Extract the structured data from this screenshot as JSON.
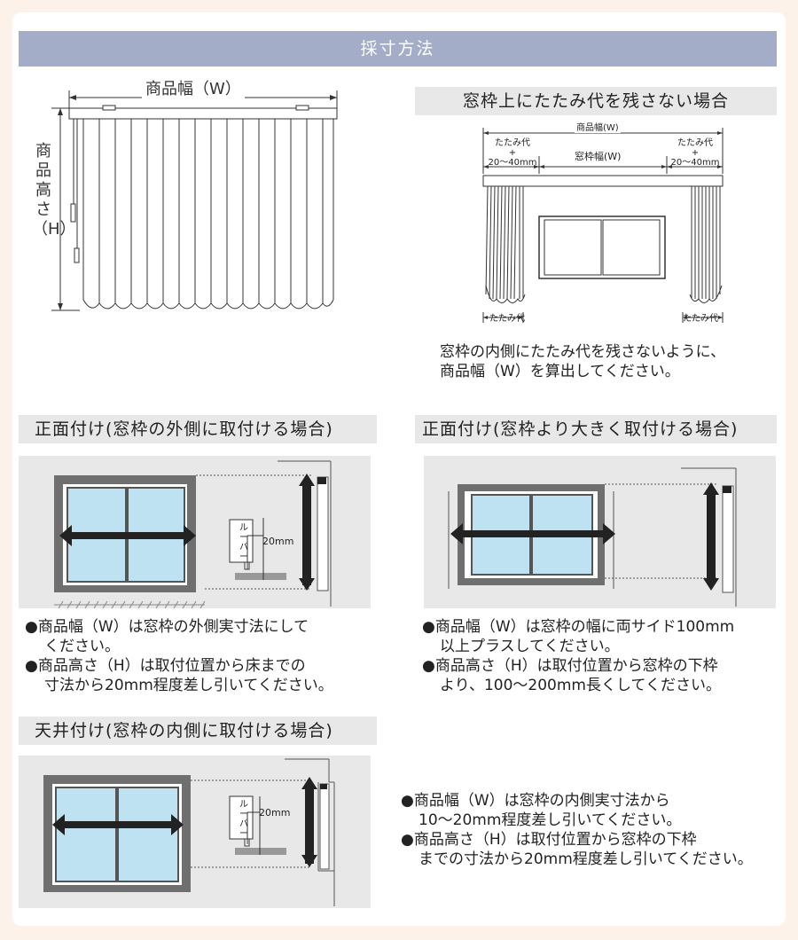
{
  "title": "採寸方法",
  "diagram": {
    "width_label": "商品幅（W）",
    "height_label": "商品高さ（H）"
  },
  "no_fold": {
    "heading": "窓枠上にたたみ代を残さない場合",
    "top_label": "商品幅(W)",
    "fold_label": "たたみ代",
    "plus": "+",
    "range_label": "20〜40mm",
    "window_width_label": "窓枠幅(W)",
    "bottom_fold_label": "たたみ代",
    "desc_line1": "窓枠の内側にたたみ代を残さないように、",
    "desc_line2": "商品幅（W）を算出してください。"
  },
  "front_outside": {
    "heading": "正面付け(窓枠の外側に取付ける場合)",
    "louver_label": "ルーバー",
    "mm_label": "20mm",
    "b1_line1": "●商品幅（W）は窓枠の外側実寸法にして",
    "b1_line2": "ください。",
    "b2_line1": "●商品高さ（H）は取付位置から床までの",
    "b2_line2": "寸法から20mm程度差し引いてください。"
  },
  "front_larger": {
    "heading": "正面付け(窓枠より大きく取付ける場合)",
    "b1_line1": "●商品幅（W）は窓枠の幅に両サイド100mm",
    "b1_line2": "以上プラスしてください。",
    "b2_line1": "●商品高さ（H）は取付位置から窓枠の下枠",
    "b2_line2": "より、100〜200mm長くしてください。"
  },
  "ceiling": {
    "heading": "天井付け(窓枠の内側に取付ける場合)",
    "louver_label": "ルーバー",
    "mm_label": "20mm",
    "b1_line1": "●商品幅（W）は窓枠の内側実寸法から",
    "b1_line2": "10〜20mm程度差し引いてください。",
    "b2_line1": "●商品高さ（H）は取付位置から窓枠の下枠",
    "b2_line2": "までの寸法から20mm程度差し引いてください。"
  }
}
